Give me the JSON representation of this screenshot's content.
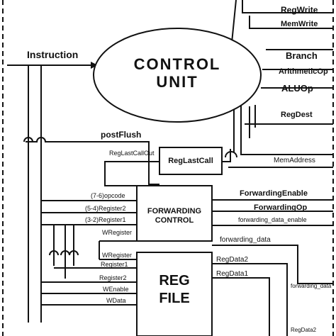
{
  "control_unit": {
    "line1": "CONTROL",
    "line2": "UNIT"
  },
  "reg_last_call": {
    "title": "RegLastCall"
  },
  "forwarding_control": {
    "line1": "FORWARDING",
    "line2": "CONTROL"
  },
  "reg_file": {
    "line1": "REG",
    "line2": "FILE"
  },
  "signals": {
    "instruction": "Instruction",
    "post_flush": "postFlush",
    "reg_last_call_out": "RegLastCallOut",
    "reg_write": "RegWrite",
    "mem_write": "MemWrite",
    "branch": "Branch",
    "arithmetic_op": "ArithmeticOp",
    "alu_op": "ALUOp",
    "reg_dest": "RegDest",
    "mem_address": "MemAddress",
    "forwarding_enable": "ForwardingEnable",
    "forwarding_op": "ForwardingOp",
    "forwarding_data_enable": "forwarding_data_enable",
    "forwarding_data": "forwarding_data",
    "opcode": "(7-6)opcode",
    "register2_bits": "(5-4)Register2",
    "register1_bits": "(3-2)Register1",
    "wregister_fc": "WRegister",
    "wregister_rf": "WRegister",
    "register1": "Register1",
    "register2": "Register2",
    "wenable": "WEnable",
    "wdata": "WData",
    "reg_data2": "RegData2",
    "reg_data1": "RegData1",
    "forwarding_data_right": "forwarding_data",
    "regdata2_cut": "RegData2"
  }
}
